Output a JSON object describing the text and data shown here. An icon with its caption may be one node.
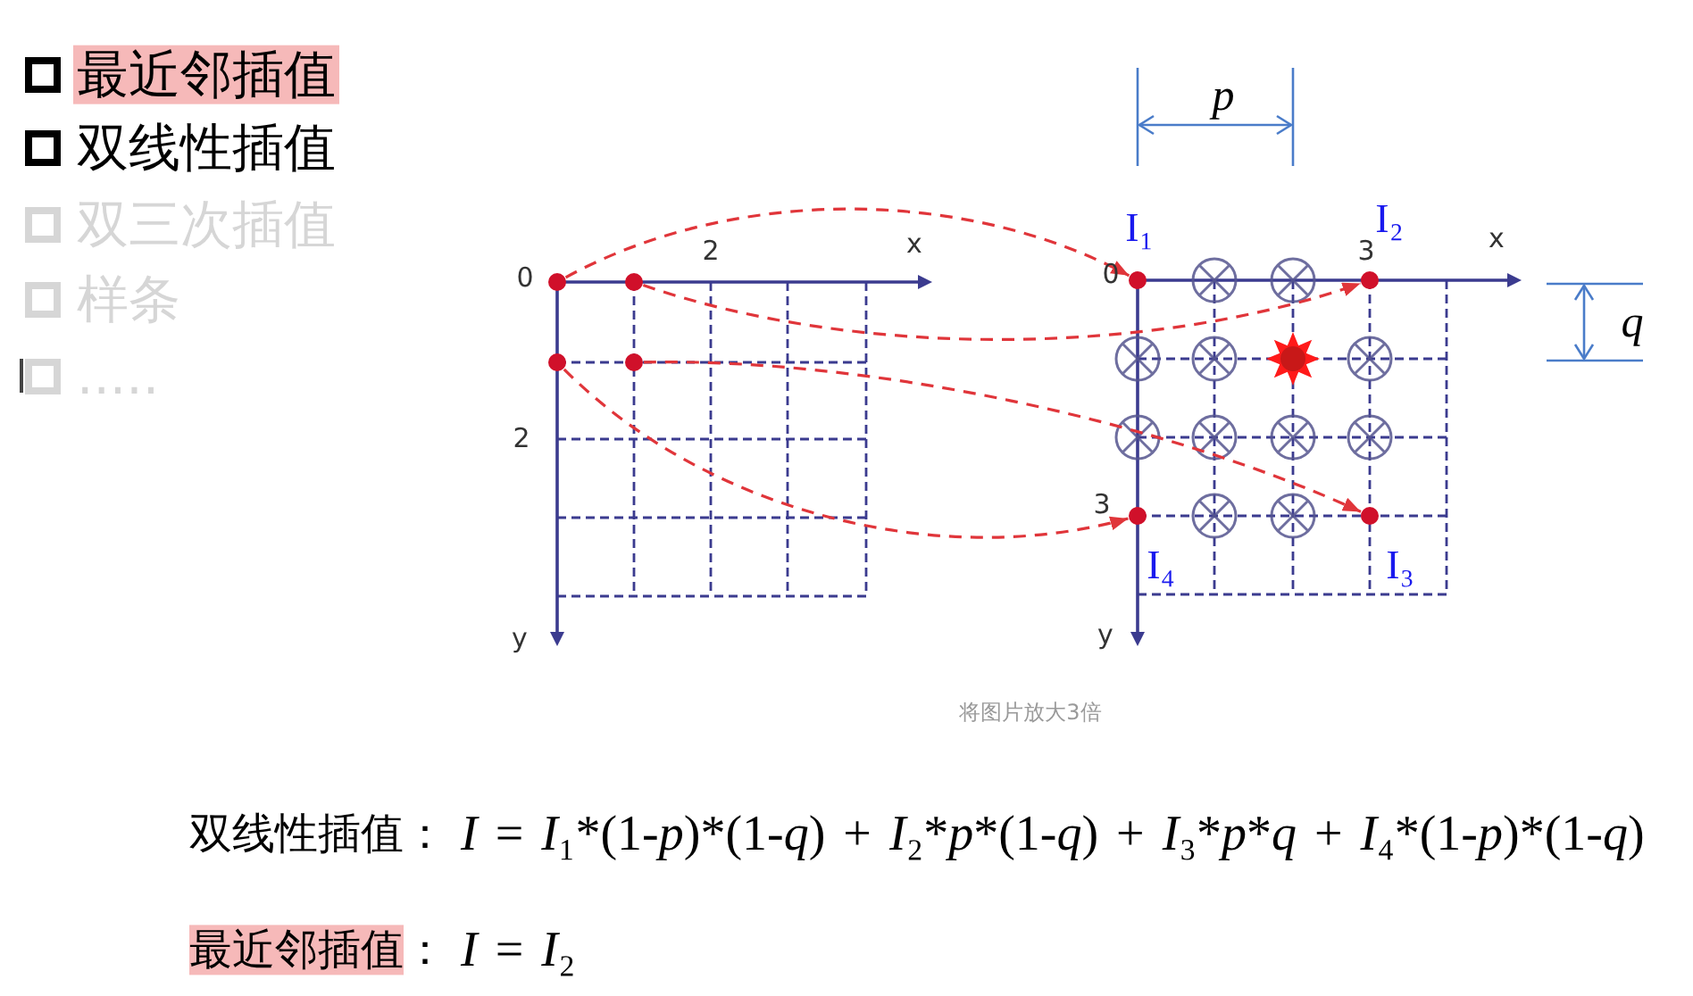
{
  "diagram": {
    "nodes": [
      {
        "text": [],
        "shape": "circle"
      },
      {
        "text": [],
        "shape": "circle"
      },
      {
        "text": [],
        "shape": "circle"
      },
      {
        "text": [],
        "shape": "circle"
      },
      {
        "text": [],
        "shape": "circle",
        "beside": [
          "I₁"
        ]
      },
      {
        "text": [],
        "shape": "circle",
        "beside": [
          "I₂"
        ]
      },
      {
        "text": [],
        "shape": "circle",
        "beside": [
          "I₄"
        ]
      },
      {
        "text": [],
        "shape": "circle",
        "beside": [
          "I₃"
        ]
      }
    ],
    "edges": [
      {
        "from": 0,
        "to": 4,
        "arrow": "to",
        "style": "dashed"
      },
      {
        "from": 1,
        "to": 5,
        "arrow": "to",
        "style": "dashed"
      },
      {
        "from": 3,
        "to": 7,
        "arrow": "to",
        "style": "dashed"
      },
      {
        "from": 2,
        "to": 6,
        "arrow": "to",
        "style": "dashed"
      }
    ],
    "labels": [
      "最近邻插值",
      "双线性插值",
      "双三次插值",
      "样条",
      ".....",
      "0",
      "2",
      "x",
      "2",
      "y",
      "p",
      "0",
      "3",
      "x",
      "q",
      "3",
      "y",
      "将图片放大3倍",
      "双线性插值：",
      "I = I₁*(1-p)*(1-q) + I₂*p*(1-q) + I₃*p*q + I₄*(1-p)*(1-q)",
      "最近邻插值：",
      "I = I₂"
    ]
  }
}
